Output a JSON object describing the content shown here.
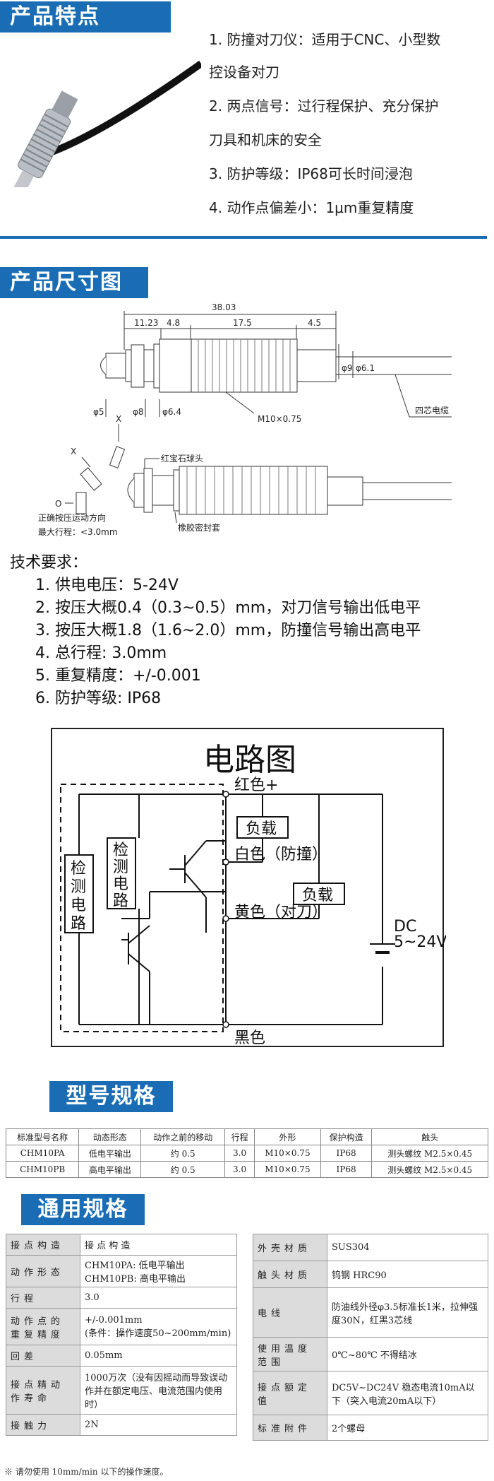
{
  "features": {
    "title": "产品特点",
    "items": [
      "1. 防撞对刀仪：适用于CNC、小型数",
      "控设备对刀",
      "2. 两点信号：过行程保护、充分保护",
      "刀具和机床的安全",
      "3. 防护等级：IP68可长时间浸泡",
      "4. 动作点偏差小：1μm重复精度"
    ]
  },
  "dimensions": {
    "title": "产品尺寸图",
    "labels": {
      "total": "38.03",
      "d1": "11.23",
      "d2": "4.8",
      "d3": "17.5",
      "d4": "4.5",
      "phi5": "φ5",
      "phi8": "φ8",
      "phi64": "φ6.4",
      "phi9": "φ9",
      "phi61": "φ6.1",
      "thread": "M10×0.75",
      "cable": "四芯电缆",
      "ruby": "红宝石球头",
      "rubber": "橡胶密封套",
      "x1": "X",
      "x2": "X",
      "o": "O",
      "direction": "正确按压运动方向",
      "stroke": "最大行程：<3.0mm"
    }
  },
  "tech": {
    "heading": "技术要求：",
    "items": [
      "1. 供电电压：5-24V",
      "2. 按压大概0.4（0.3~0.5）mm，对刀信号输出低电平",
      "3. 按压大概1.8（1.6~2.0）mm，防撞信号输出高电平",
      "4. 总行程: 3.0mm",
      "5. 重复精度：+/-0.001",
      "6. 防护等级: IP68"
    ]
  },
  "circuit": {
    "title": "电路图",
    "red": "红色+",
    "white": "白色（防撞）",
    "yellow": "黄色（对刀）",
    "black": "黑色",
    "load1": "负载",
    "load2": "负载",
    "dc1": "DC",
    "dc2": "5~24V",
    "detect_left": [
      "检",
      "测",
      "电",
      "路"
    ],
    "detect_right": [
      "检",
      "测",
      "电",
      "路"
    ]
  },
  "models": {
    "title": "型号规格",
    "headers": [
      "标准型号名称",
      "动态形态",
      "动作之前的移动",
      "行程",
      "外形",
      "保护构造",
      "触头"
    ],
    "rows": [
      [
        "CHM10PA",
        "低电平输出",
        "约 0.5",
        "3.0",
        "M10×0.75",
        "IP68",
        "测头螺纹 M2.5×0.45"
      ],
      [
        "CHM10PB",
        "高电平输出",
        "约 0.5",
        "3.0",
        "M10×0.75",
        "IP68",
        "测头螺纹 M2.5×0.45"
      ]
    ]
  },
  "general": {
    "title": "通用规格",
    "left": [
      {
        "k": "接点构造",
        "v": "接 点 构 造"
      },
      {
        "k": "动作形态",
        "v": "CHM10PA: 低电平输出\nCHM10PB: 高电平输出"
      },
      {
        "k": "行程",
        "v": "3.0"
      },
      {
        "k": "动作点的重复精度",
        "v": "+/-0.001mm\n(条件：操作速度50~200mm/min)"
      },
      {
        "k": "回差",
        "v": "0.05mm"
      },
      {
        "k": "接点精动作寿命",
        "v": "1000万次（没有因摇动而导致误动作并在额定电压、电流范围内使用时）"
      },
      {
        "k": "接触力",
        "v": "2N"
      }
    ],
    "right": [
      {
        "k": "外壳材质",
        "v": "SUS304"
      },
      {
        "k": "触头材质",
        "v": "钨钢 HRC90"
      },
      {
        "k": "电线",
        "v": "防油线外径φ3.5标准长1米，拉伸强度30N，红黑3芯线"
      },
      {
        "k": "使用温度范围",
        "v": "0℃~80℃ 不得结冰"
      },
      {
        "k": "接点额定值",
        "v": "DC5V~DC24V 稳态电流10mA以下（突入电流20mA以下）"
      },
      {
        "k": "标准附件",
        "v": "2个螺母"
      }
    ],
    "note": "※ 请勿使用 10mm/min 以下的操作速度。"
  },
  "colors": {
    "accent": "#1a6db4",
    "key_bg": "#dcdcdc"
  }
}
